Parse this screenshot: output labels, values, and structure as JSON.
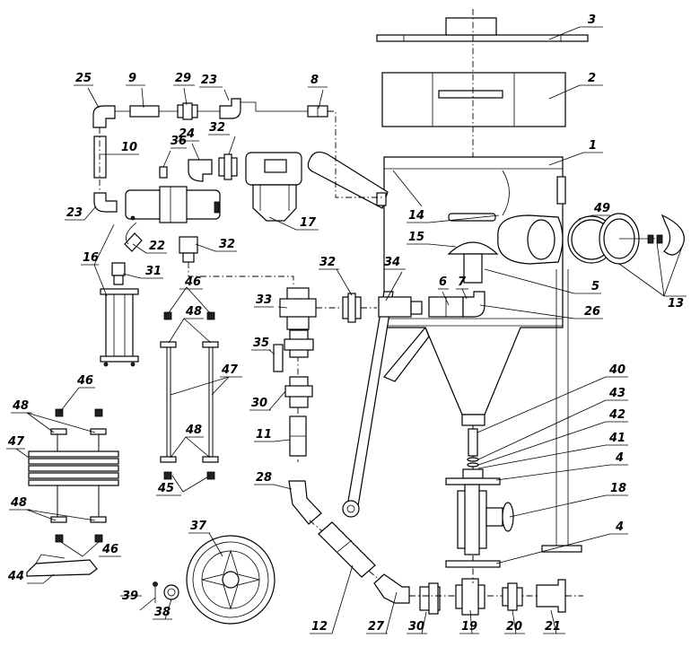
{
  "diagram": {
    "callouts": [
      "1",
      "2",
      "3",
      "4",
      "4",
      "5",
      "6",
      "7",
      "8",
      "9",
      "10",
      "11",
      "12",
      "13",
      "14",
      "15",
      "16",
      "17",
      "18",
      "19",
      "20",
      "21",
      "22",
      "23",
      "23",
      "24",
      "25",
      "26",
      "27",
      "28",
      "29",
      "30",
      "30",
      "31",
      "32",
      "32",
      "32",
      "33",
      "34",
      "35",
      "36",
      "37",
      "38",
      "39",
      "40",
      "41",
      "42",
      "43",
      "44",
      "45",
      "46",
      "46",
      "46",
      "47",
      "47",
      "48",
      "48",
      "48",
      "48",
      "49"
    ],
    "parts": {
      "lid": "3",
      "cover": "2",
      "tank": "1",
      "valve_assembly": "18",
      "wheel": "37",
      "filter": "17",
      "water_separator": "16",
      "hose": "47",
      "foot_pedal": "44"
    }
  }
}
